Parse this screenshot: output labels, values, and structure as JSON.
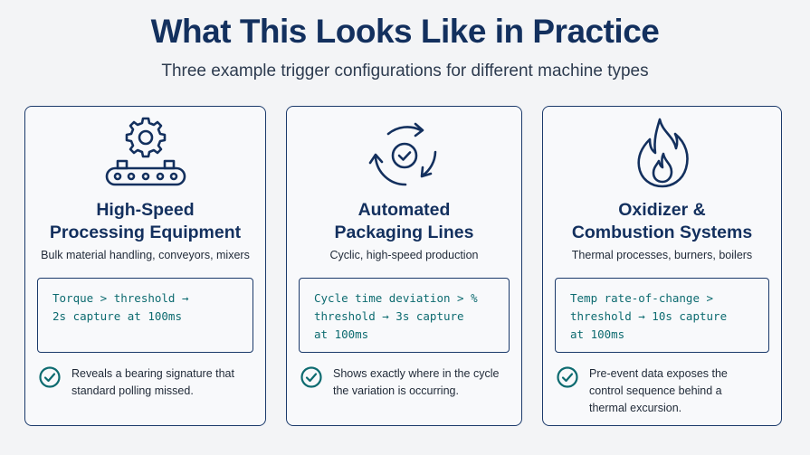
{
  "header": {
    "title": "What This Looks Like in Practice",
    "subtitle": "Three example trigger configurations for different machine types"
  },
  "cards": [
    {
      "icon": "gear-conveyor-icon",
      "title_lines": [
        "High-Speed",
        "Processing Equipment"
      ],
      "description": "Bulk material handling, conveyors, mixers",
      "code_lines": [
        "Torque > threshold →",
        "2s capture at 100ms"
      ],
      "outcome_lines": [
        "Reveals a bearing signature that",
        "standard polling missed."
      ]
    },
    {
      "icon": "cycle-check-icon",
      "title_lines": [
        "Automated",
        "Packaging Lines"
      ],
      "description": "Cyclic, high-speed production",
      "code_lines": [
        "Cycle time deviation > %",
        "threshold → 3s capture",
        "at 100ms"
      ],
      "outcome_lines": [
        "Shows exactly where in the cycle",
        "the variation is occurring."
      ]
    },
    {
      "icon": "flame-icon",
      "title_lines": [
        "Oxidizer &",
        "Combustion Systems"
      ],
      "description": "Thermal processes, burners, boilers",
      "code_lines": [
        "Temp rate-of-change >",
        "threshold → 10s capture",
        "at 100ms"
      ],
      "outcome_lines": [
        "Pre-event data exposes the",
        "control sequence behind a",
        "thermal excursion."
      ]
    }
  ],
  "colors": {
    "navy": "#13305e",
    "teal": "#0d6b70",
    "background": "#f3f4f6"
  }
}
